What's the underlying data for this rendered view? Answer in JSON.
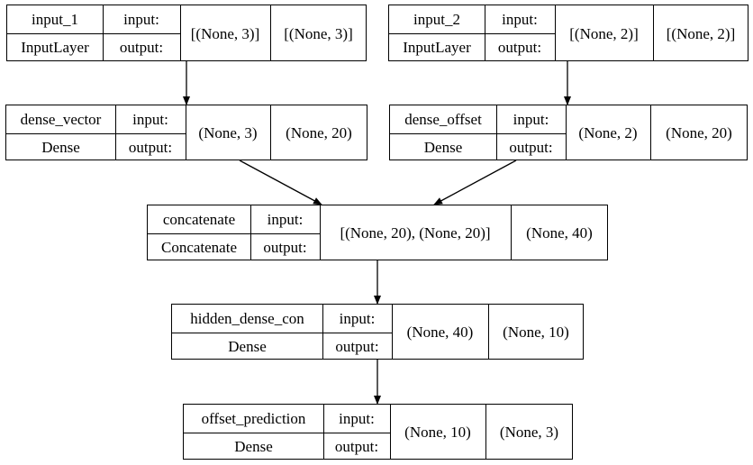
{
  "nodes": {
    "input_1": {
      "name": "input_1",
      "type": "InputLayer",
      "in_label": "input:",
      "out_label": "output:",
      "input_shape": "[(None, 3)]",
      "output_shape": "[(None, 3)]"
    },
    "input_2": {
      "name": "input_2",
      "type": "InputLayer",
      "in_label": "input:",
      "out_label": "output:",
      "input_shape": "[(None, 2)]",
      "output_shape": "[(None, 2)]"
    },
    "dense_vector": {
      "name": "dense_vector",
      "type": "Dense",
      "in_label": "input:",
      "out_label": "output:",
      "input_shape": "(None, 3)",
      "output_shape": "(None, 20)"
    },
    "dense_offset": {
      "name": "dense_offset",
      "type": "Dense",
      "in_label": "input:",
      "out_label": "output:",
      "input_shape": "(None, 2)",
      "output_shape": "(None, 20)"
    },
    "concatenate": {
      "name": "concatenate",
      "type": "Concatenate",
      "in_label": "input:",
      "out_label": "output:",
      "input_shape": "[(None, 20), (None, 20)]",
      "output_shape": "(None, 40)"
    },
    "hidden_dense_con": {
      "name": "hidden_dense_con",
      "type": "Dense",
      "in_label": "input:",
      "out_label": "output:",
      "input_shape": "(None, 40)",
      "output_shape": "(None, 10)"
    },
    "offset_prediction": {
      "name": "offset_prediction",
      "type": "Dense",
      "in_label": "input:",
      "out_label": "output:",
      "input_shape": "(None, 10)",
      "output_shape": "(None, 3)"
    }
  },
  "edges": [
    [
      "input_1",
      "dense_vector"
    ],
    [
      "input_2",
      "dense_offset"
    ],
    [
      "dense_vector",
      "concatenate"
    ],
    [
      "dense_offset",
      "concatenate"
    ],
    [
      "concatenate",
      "hidden_dense_con"
    ],
    [
      "hidden_dense_con",
      "offset_prediction"
    ]
  ]
}
